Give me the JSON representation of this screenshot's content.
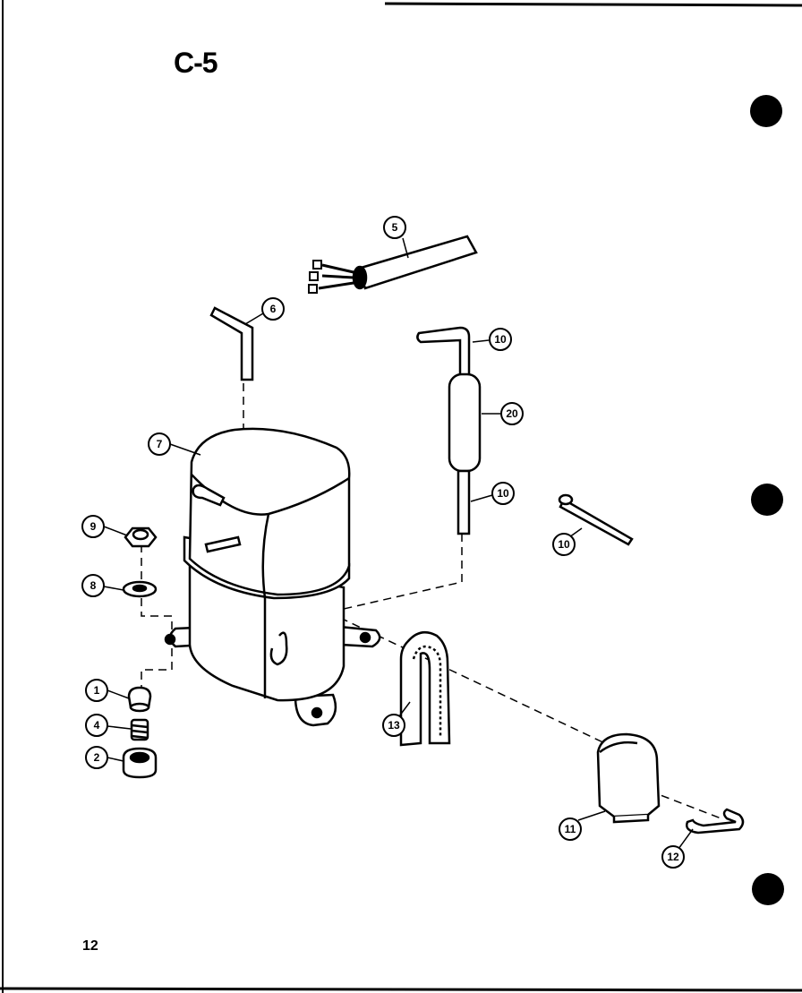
{
  "title": "C-5",
  "page_number": "12",
  "callouts": {
    "c1": "1",
    "c2": "2",
    "c4": "4",
    "c5": "5",
    "c6": "6",
    "c7": "7",
    "c8": "8",
    "c9": "9",
    "c10a": "10",
    "c10b": "10",
    "c10c": "10",
    "c11": "11",
    "c12": "12",
    "c13": "13",
    "c20": "20"
  },
  "colors": {
    "ink": "#000000",
    "paper": "#ffffff"
  }
}
